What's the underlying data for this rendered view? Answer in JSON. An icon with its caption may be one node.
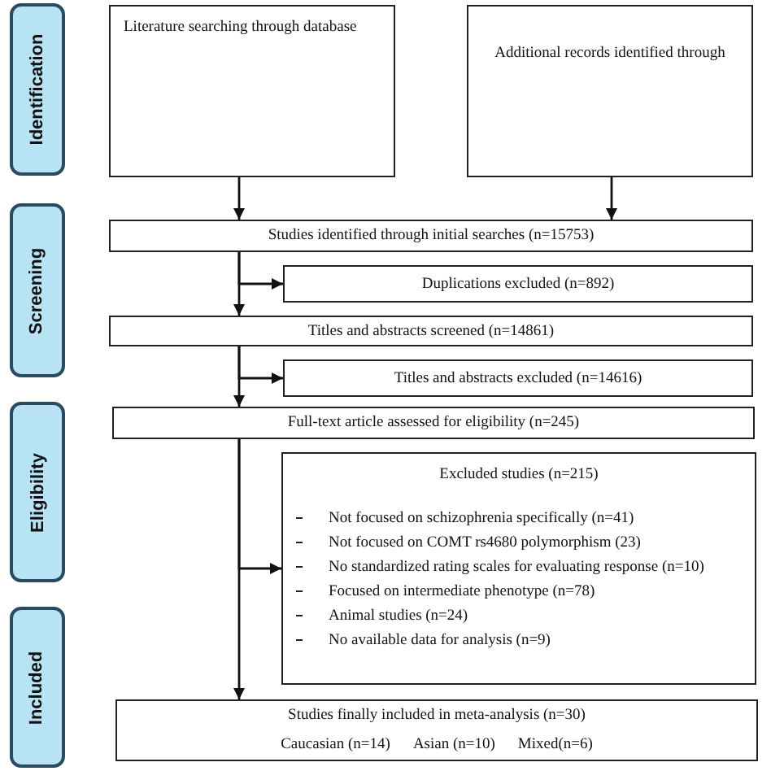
{
  "diagram": {
    "nodes": [
      {
        "text": [
          "Literature searching through database"
        ]
      },
      {
        "text": [
          "Additional records identified through"
        ]
      },
      {
        "text": [
          "Studies identified through initial searches (n=15753)"
        ]
      },
      {
        "text": [
          "Duplications excluded (n=892)"
        ]
      },
      {
        "text": [
          "Titles and abstracts screened (n=14861)"
        ]
      },
      {
        "text": [
          "Titles and abstracts excluded (n=14616)"
        ]
      },
      {
        "text": [
          "Full-text article assessed for eligibility (n=245)"
        ]
      },
      {
        "text": [
          "Excluded studies (n=215)",
          "Not focused on schizophrenia specifically (n=41)",
          "Not focused on COMT rs4680 polymorphism (23)",
          "No standardized rating scales for evaluating response (n=10)",
          "Focused on intermediate phenotype (n=78)",
          "Animal studies (n=24)",
          "No available data for analysis (n=9)"
        ]
      },
      {
        "text": [
          "Studies finally included in meta-analysis (n=30)",
          "Caucasian (n=14)",
          "Asian (n=10)",
          "Mixed(n=6)"
        ]
      },
      {
        "text": [
          "Identification"
        ]
      },
      {
        "text": [
          "Screening"
        ]
      },
      {
        "text": [
          "Eligibility"
        ]
      },
      {
        "text": [
          "Included"
        ]
      }
    ],
    "edges": [
      {
        "from": 0,
        "to": 2,
        "arrow": "to"
      },
      {
        "from": 1,
        "to": 2,
        "arrow": "to"
      },
      {
        "from": 2,
        "to": 3,
        "arrow": "to"
      },
      {
        "from": 2,
        "to": 4,
        "arrow": "to"
      },
      {
        "from": 4,
        "to": 5,
        "arrow": "to"
      },
      {
        "from": 4,
        "to": 6,
        "arrow": "to"
      },
      {
        "from": 6,
        "to": 7,
        "arrow": "to"
      },
      {
        "from": 6,
        "to": 8,
        "arrow": "to"
      }
    ]
  }
}
